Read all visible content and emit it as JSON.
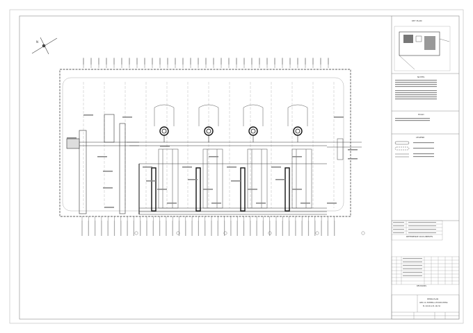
{
  "drawing": {
    "north_label": "N",
    "key_plan": {
      "title": "KEY PLAN"
    },
    "notes": {
      "title": "NOTES"
    },
    "general": {
      "title": "HOLD"
    },
    "legend": {
      "title": "LEGEND"
    },
    "reference_drawings": {
      "title": "REFERENCE DOCUMENTS"
    },
    "revisions": {
      "title": "REVISIONS"
    },
    "title_block": {
      "line1": "PIPING PLAN",
      "line2": "AREA 10, PUMPING & BY-PASS PIPING",
      "line3": "EL 100.00 & EL 101.50"
    }
  },
  "colors": {
    "line": "#444444",
    "faint": "#9a9a9a",
    "heavy": "#111111",
    "background": "#ffffff"
  }
}
